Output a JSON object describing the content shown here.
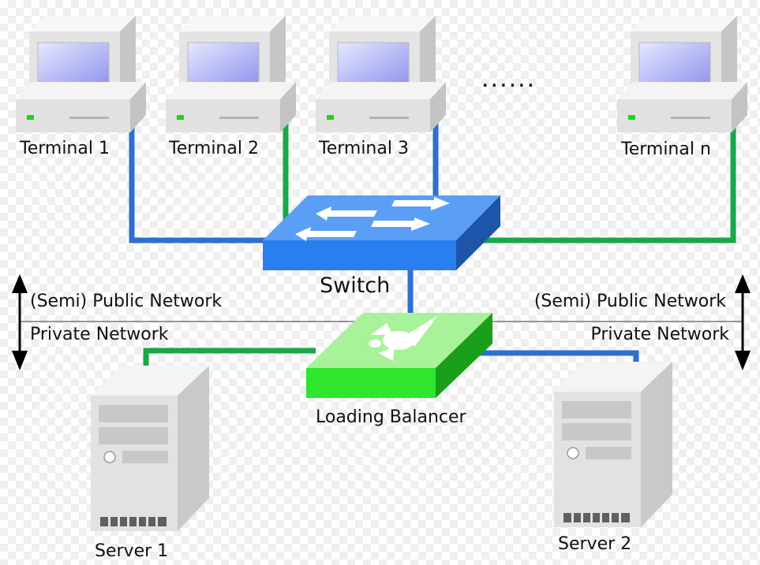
{
  "terminals": [
    {
      "label": "Terminal 1",
      "link": "blue"
    },
    {
      "label": "Terminal 2",
      "link": "green"
    },
    {
      "label": "Terminal 3",
      "link": "blue"
    },
    {
      "label": "Terminal n",
      "link": "green"
    }
  ],
  "ellipsis": "......",
  "switch": {
    "label": "Switch"
  },
  "load_balancer": {
    "label": "Loading Balancer"
  },
  "servers": [
    {
      "label": "Server 1",
      "link": "green"
    },
    {
      "label": "Server 2",
      "link": "blue"
    }
  ],
  "boundary": {
    "public_label": "(Semi) Public Network",
    "private_label": "Private Network"
  },
  "colors": {
    "link_blue": "#2f6fcf",
    "link_green": "#17a84a",
    "switch_blue": "#2a7ff0",
    "balancer_green": "#2ee62e",
    "screen_blue": "#8f93ec",
    "led_green": "#1bd61b"
  }
}
